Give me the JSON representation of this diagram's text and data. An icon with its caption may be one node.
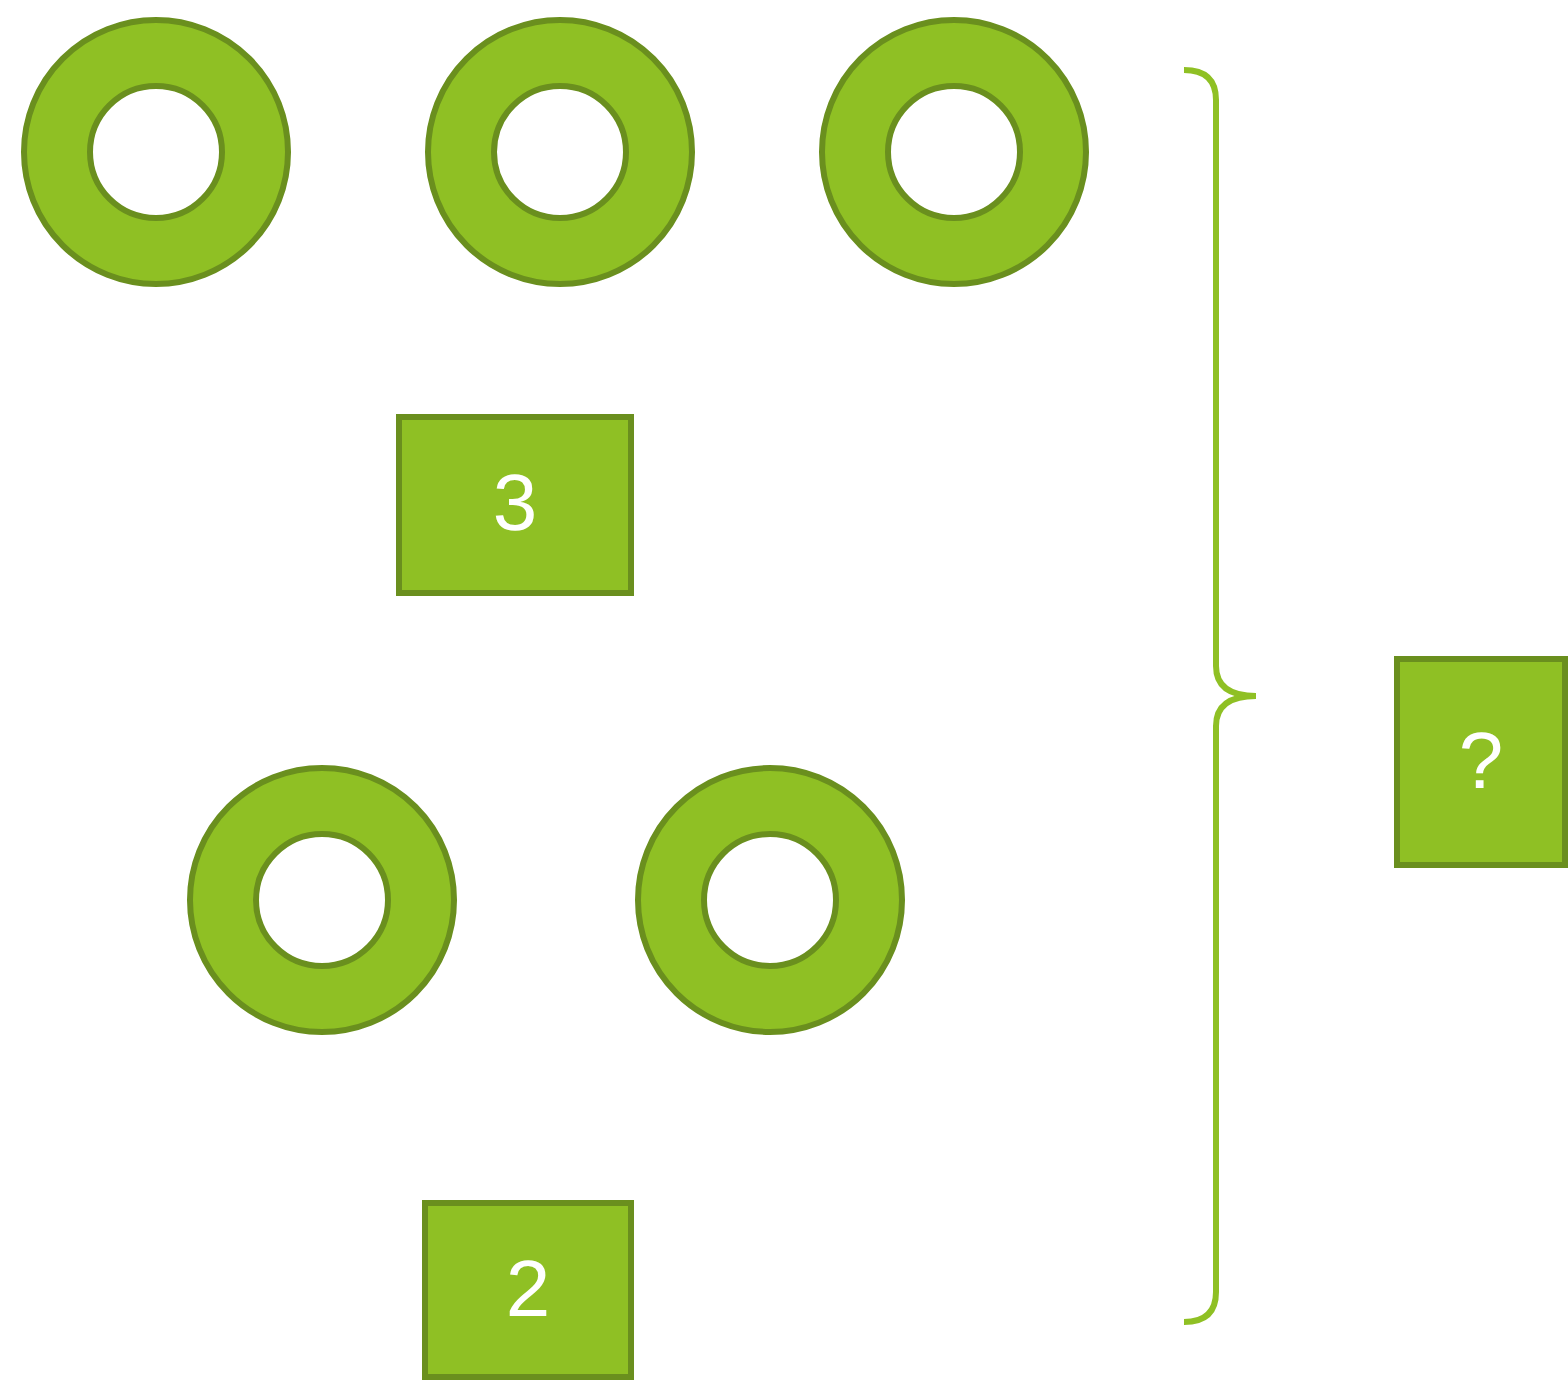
{
  "diagram": {
    "nodes": [
      {
        "text": [],
        "shape": "ring"
      },
      {
        "text": [],
        "shape": "ring"
      },
      {
        "text": [],
        "shape": "ring"
      },
      {
        "text": [
          "3"
        ]
      },
      {
        "text": [],
        "shape": "ring"
      },
      {
        "text": [],
        "shape": "ring"
      },
      {
        "text": [
          "2"
        ]
      },
      {
        "text": [
          "?"
        ]
      }
    ]
  }
}
